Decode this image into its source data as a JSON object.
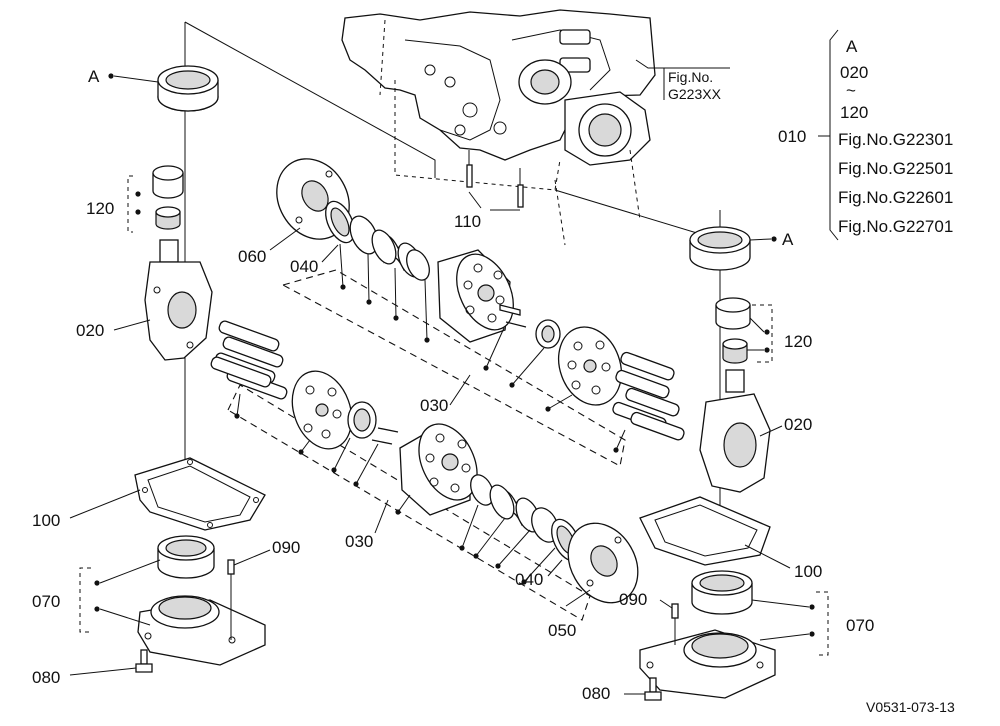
{
  "refs": {
    "a_left": "A",
    "a_right": "A",
    "p010": "010",
    "p020_left": "020",
    "p020_right": "020",
    "p030_upper": "030",
    "p030_lower": "030",
    "p040_upper": "040",
    "p040_lower": "040",
    "p050": "050",
    "p060": "060",
    "p070_left": "070",
    "p070_right": "070",
    "p080_left": "080",
    "p080_right": "080",
    "p090_left": "090",
    "p090_right": "090",
    "p100_left": "100",
    "p100_right": "100",
    "p110": "110",
    "p120_left": "120",
    "p120_right": "120"
  },
  "figure_callout": {
    "line1": "Fig.No.",
    "line2": "G223XX"
  },
  "legend": {
    "a": "A",
    "from": "020",
    "tilde": "~",
    "to": "120",
    "item_ref": "010",
    "figs": [
      "Fig.No.G22301",
      "Fig.No.G22501",
      "Fig.No.G22601",
      "Fig.No.G22701"
    ]
  },
  "drawing_code": "V0531-073-13"
}
